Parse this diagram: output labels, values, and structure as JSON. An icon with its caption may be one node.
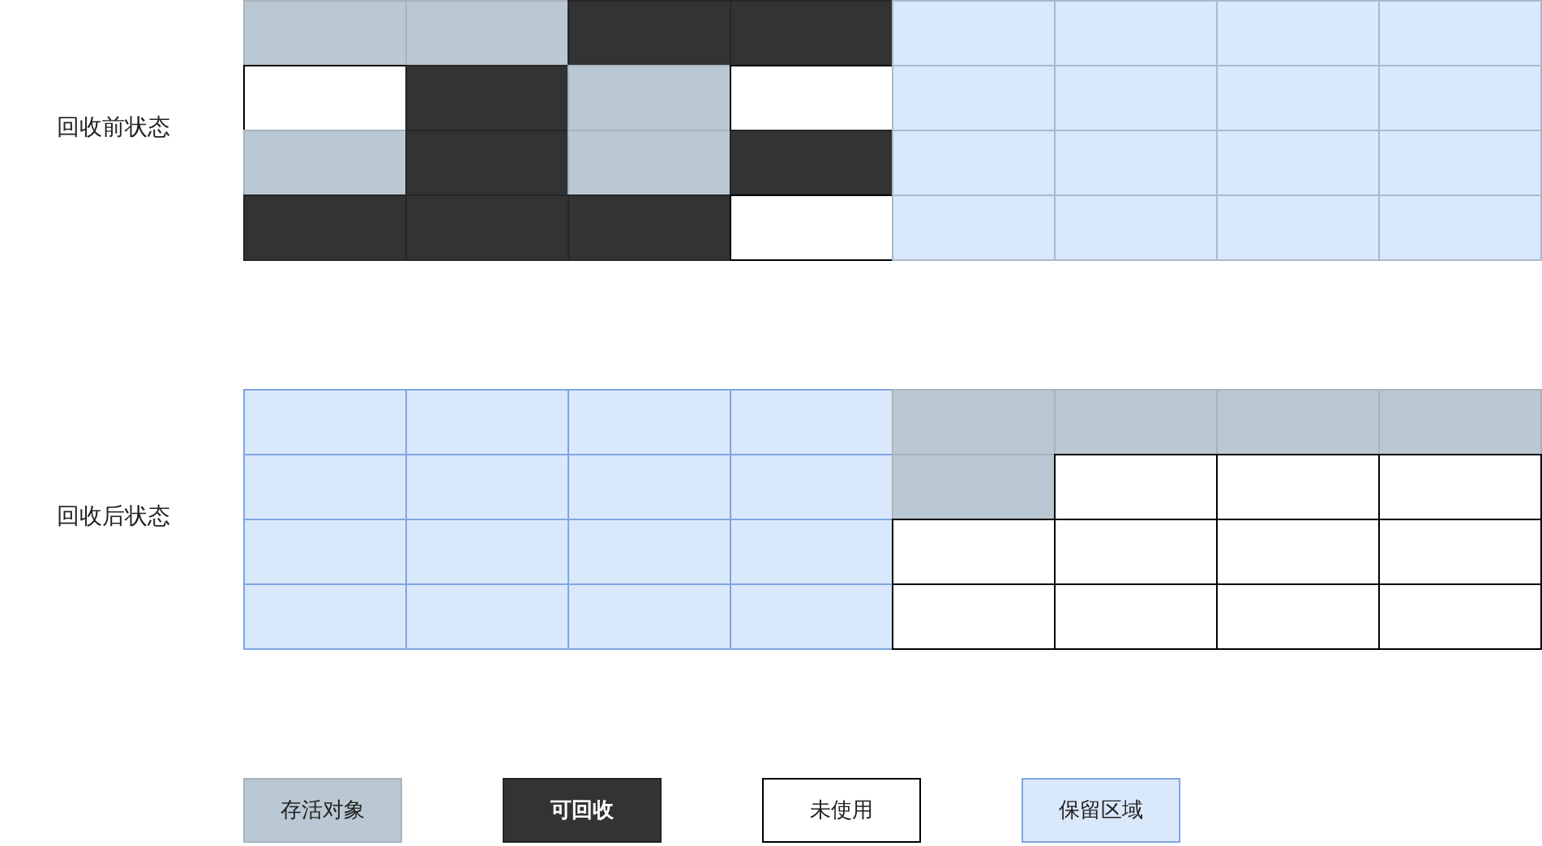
{
  "diagram": {
    "labels": [
      "回收前状态",
      "回收后状态"
    ],
    "legend": [
      {
        "text": "存活对象",
        "color": "#b9c8d3"
      },
      {
        "text": "可回收",
        "color": "#333333"
      },
      {
        "text": "未使用",
        "color": "#ffffff"
      },
      {
        "text": "保留区域",
        "color": "#dae8fc"
      }
    ]
  }
}
